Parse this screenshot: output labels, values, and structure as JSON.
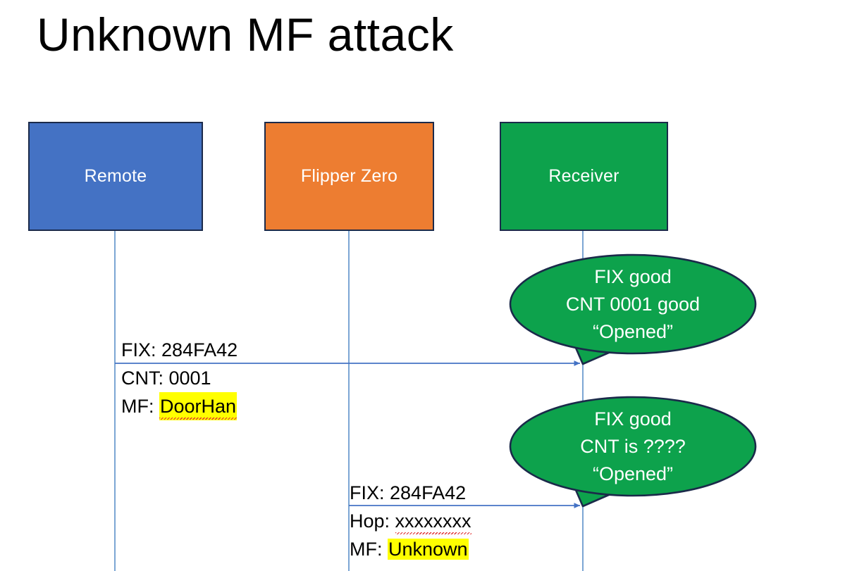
{
  "slide": {
    "title": "Unknown MF attack",
    "background": "#FFFFFF"
  },
  "colors": {
    "remote_fill": "#4472C4",
    "flipper_fill": "#ED7D31",
    "receiver_fill": "#0DA24C",
    "callout_fill": "#0DA24C",
    "box_border": "#1B2A4A",
    "lifeline": "#5B8FC9",
    "arrow": "#4472C4",
    "highlight": "#FFFF00",
    "spellcheck": "#E03030",
    "text_dark": "#000000",
    "text_light": "#FFFFFF"
  },
  "actors": [
    {
      "id": "remote",
      "label": "Remote",
      "fill": "#4472C4"
    },
    {
      "id": "flipper",
      "label": "Flipper Zero",
      "fill": "#ED7D31"
    },
    {
      "id": "receiver",
      "label": "Receiver",
      "fill": "#0DA24C"
    }
  ],
  "messages": [
    {
      "id": "msg-remote-to-receiver",
      "from": "remote",
      "to": "receiver",
      "lines": [
        {
          "label": "FIX: ",
          "value": "284FA42",
          "highlight": false,
          "spellcheck": false
        },
        {
          "label": "CNT: ",
          "value": "0001",
          "highlight": false,
          "spellcheck": false
        },
        {
          "label": "MF: ",
          "value": "DoorHan",
          "highlight": true,
          "spellcheck": true
        }
      ]
    },
    {
      "id": "msg-flipper-to-receiver",
      "from": "flipper",
      "to": "receiver",
      "lines": [
        {
          "label": "FIX: ",
          "value": "284FA42",
          "highlight": false,
          "spellcheck": false
        },
        {
          "label": "Hop: ",
          "value": "xxxxxxxx",
          "highlight": false,
          "spellcheck": true
        },
        {
          "label": "MF: ",
          "value": "Unknown",
          "highlight": true,
          "spellcheck": false
        }
      ]
    }
  ],
  "callouts": [
    {
      "id": "callout-first-signal",
      "lines": [
        "FIX good",
        "CNT 0001 good",
        "“Opened”"
      ]
    },
    {
      "id": "callout-second-signal",
      "lines": [
        "FIX good",
        "CNT is ????",
        "“Opened”"
      ]
    }
  ]
}
